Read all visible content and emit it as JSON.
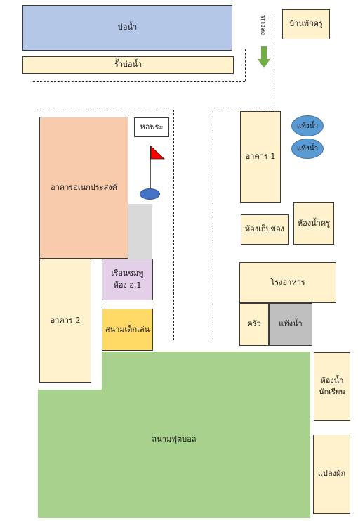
{
  "map": {
    "pond": "บ่อน้ำ",
    "pond_fence": "รั้วบ่อน้ำ",
    "teacher_house": "บ้านพักครู",
    "direction_text": "ทางลง",
    "shrine": "หอพระ",
    "multipurpose": "อาคารอเนกประสงค์",
    "building1": "อาคาร 1",
    "water_tank_1": "แท้งน้ำ",
    "water_tank_2": "แท้งน้ำ",
    "storage": "ห้องเก็บของ",
    "teacher_toilet": "ห้องน้ำครู",
    "pink_house_line1": "เรือนชมพู",
    "pink_house_line2": "ห้อง อ.1",
    "playground": "สนามเด็กเล่น",
    "building2": "อาคาร 2",
    "canteen": "โรงอาหาร",
    "kitchen": "ครัว",
    "canteen_tank": "แท้งน้ำ",
    "student_toilet_line1": "ห้องน้ำ",
    "student_toilet_line2": "นักเรียน",
    "football_field": "สนามฟุตบอล",
    "vegetable_plot": "แปลงผัก"
  },
  "colors": {
    "pond": "#b4c7e7",
    "building": "#fff2cc",
    "multipurpose": "#f8cbad",
    "pink_house": "#e4cfe8",
    "playground": "#ffd966",
    "field": "#a9d18e",
    "arrow": "#70ad47",
    "flag": "#ff0000",
    "tank": "#5b9bd5"
  },
  "icons": [
    "down-arrow-icon",
    "flag-icon"
  ]
}
